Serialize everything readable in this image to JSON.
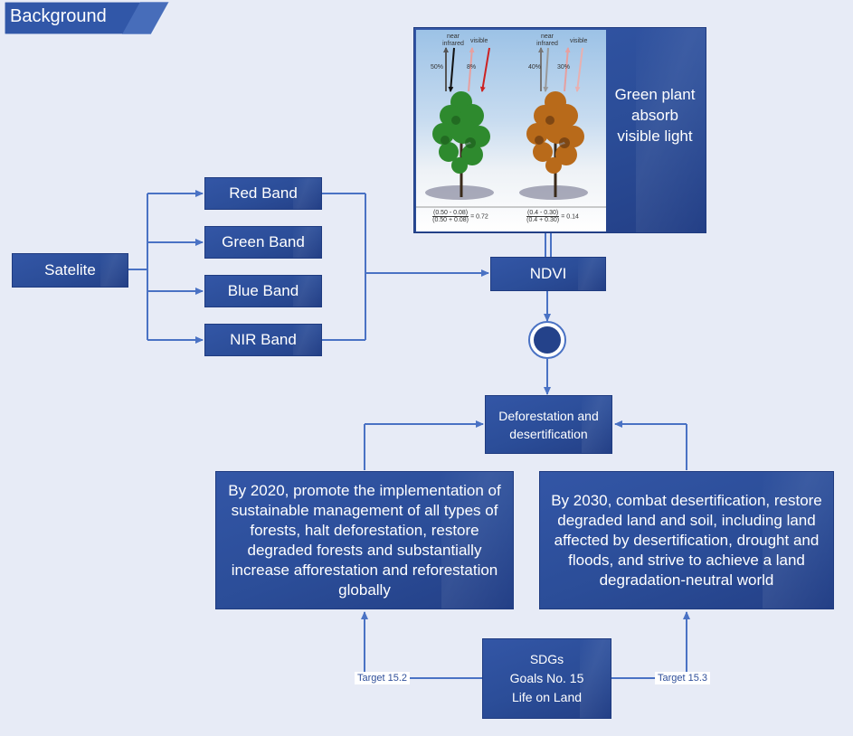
{
  "title": "Background",
  "satellite": {
    "label": "Satelite"
  },
  "bands": [
    {
      "label": "Red Band"
    },
    {
      "label": "Green Band"
    },
    {
      "label": "Blue Band"
    },
    {
      "label": "NIR Band"
    }
  ],
  "ndvi": {
    "label": "NDVI"
  },
  "figure": {
    "left": {
      "near_infrared": "near\ninfrared",
      "visible": "visible",
      "nir_pct": "50%",
      "vis_pct": "8%",
      "num": "(0.50 - 0.08)",
      "den": "(0.50 + 0.08)",
      "result": "= 0.72"
    },
    "right": {
      "near_infrared": "near\ninfrared",
      "visible": "visible",
      "nir_pct": "40%",
      "vis_pct": "30%",
      "num": "(0.4 - 0.30)",
      "den": "(0.4 + 0.30)",
      "result": "= 0.14"
    }
  },
  "green_plant": {
    "text": "Green plant absorb visible light"
  },
  "deforestation": {
    "text": "Deforestation and desertification"
  },
  "target_152": {
    "text": "By 2020, promote the implementation of sustainable management of all types of forests, halt deforestation, restore degraded forests and substantially increase afforestation and reforestation globally"
  },
  "target_153": {
    "text": "By 2030, combat desertification, restore degraded land and soil, including land affected by desertification, drought and floods, and strive to achieve a land degradation-neutral world"
  },
  "sdg": {
    "line1": "SDGs",
    "line2": "Goals No. 15",
    "line3": "Life on Land"
  },
  "edge_labels": {
    "left": "Target 15.2",
    "right": "Target 15.3"
  },
  "colors": {
    "box": "#2b4d98",
    "connector": "#4a72c4",
    "background": "#e7ebf6"
  }
}
